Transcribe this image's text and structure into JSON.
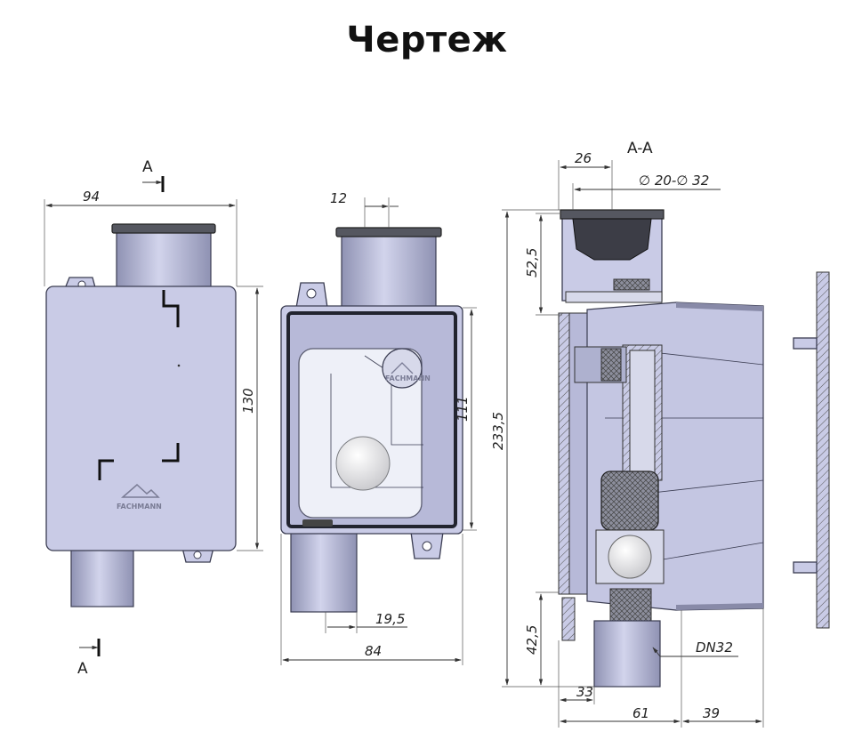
{
  "title": "Чертеж",
  "brand": "FACHMANN",
  "section_label": "A-A",
  "section_marker": "A",
  "front_view": {
    "width": "94",
    "height": "130"
  },
  "open_view": {
    "top_offset": "12",
    "inner_height": "111",
    "outlet_offset": "19,5",
    "width": "84"
  },
  "section_view": {
    "top_width": "26",
    "diameter": "∅ 20-∅ 32",
    "cap_height": "52,5",
    "total_height": "233,5",
    "outlet_height": "42,5",
    "outlet_nominal": "DN32",
    "outlet_width": "33",
    "depth": "61",
    "flange": "39"
  },
  "colors": {
    "body": "#c9cbe6",
    "pipe": "#aeb1cf",
    "outline": "#3b3d52"
  }
}
